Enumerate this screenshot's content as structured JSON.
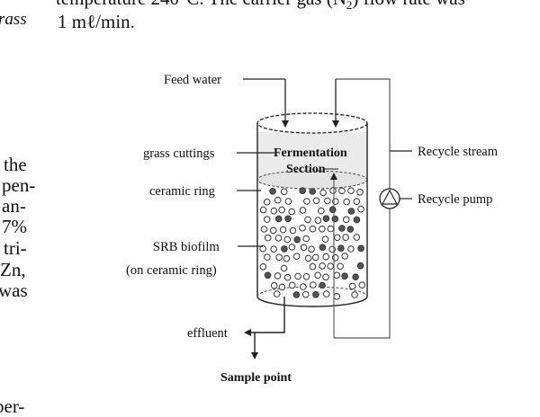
{
  "body_text": {
    "top_line": "temperature 240°C. The carrier gas (N",
    "top_line_sub": "2",
    "top_line_end": ") flow rate was",
    "second_line": "1 mℓ/min.",
    "left_fragment_top": "rass",
    "left_column": [
      "the",
      "pen-",
      "an-",
      "7%",
      "tri-",
      "Zn,",
      "was"
    ],
    "bottom_fragment": "per-"
  },
  "diagram": {
    "labels": {
      "feed_water": "Feed water",
      "grass_cuttings": "grass cuttings",
      "ceramic_ring": "ceramic ring",
      "srb_biofilm": "SRB biofilm",
      "srb_biofilm_sub": "(on ceramic ring)",
      "fermentation_line1": "Fermentation",
      "fermentation_line2": "Section",
      "recycle_stream": "Recycle stream",
      "recycle_pump": "Recycle pump",
      "effluent": "effluent",
      "sample_point": "Sample point"
    },
    "colors": {
      "line": "#222222",
      "fermentation_fill": "#e8e8e8",
      "filled_bead": "#555555"
    }
  }
}
